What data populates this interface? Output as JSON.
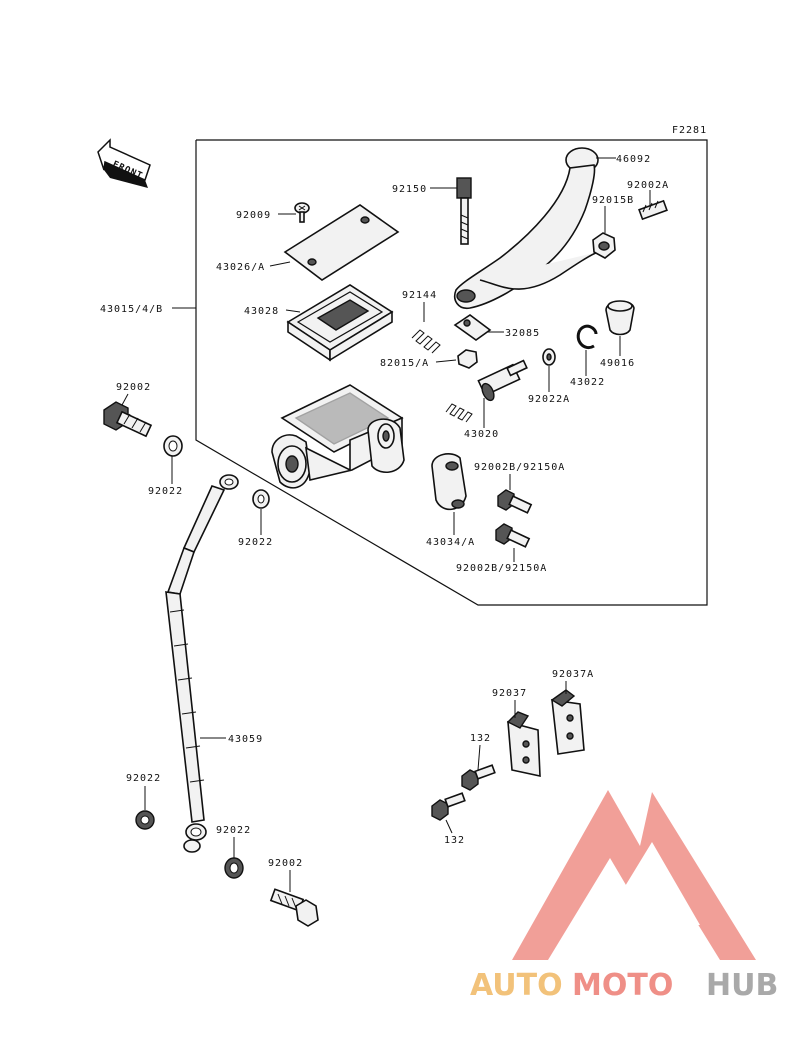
{
  "diagram_code": "F2281",
  "front_label": "FRONT",
  "labels": {
    "p46092": "46092",
    "p92002A": "92002A",
    "p92150_top": "92150",
    "p92015B": "92015B",
    "p92009": "92009",
    "p43026A": "43026/A",
    "p43015": "43015/4/B",
    "p43028": "43028",
    "p92144": "92144",
    "p32085": "32085",
    "p82015A": "82015/A",
    "p49016": "49016",
    "p43022": "43022",
    "p92022A": "92022A",
    "p92002_left": "92002",
    "p43020": "43020",
    "p92022_left": "92022",
    "p92002B_a": "92002B/92150A",
    "p92022_mid": "92022",
    "p43034A": "43034/A",
    "p92002B_b": "92002B/92150A",
    "p92037A": "92037A",
    "p92037": "92037",
    "p43059": "43059",
    "p132_top": "132",
    "p92022_low": "92022",
    "p92022_lower": "92022",
    "p132_bottom": "132",
    "p92002_bottom": "92002"
  },
  "watermark": {
    "part1": "AUTO",
    "part2": "MOTO",
    "part3": "HUB",
    "color_auto": "#f2c27a",
    "color_moto": "#ef8f87",
    "color_hub": "#a9a9a9",
    "color_logo": "#ef8f87"
  }
}
